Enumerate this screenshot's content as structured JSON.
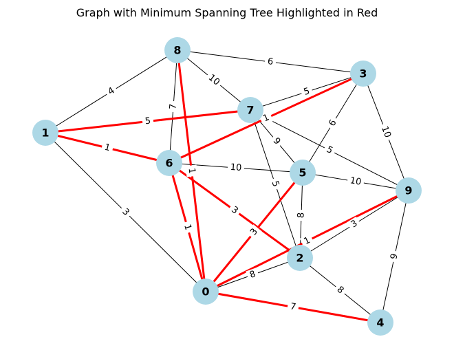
{
  "title": "Graph with Minimum Spanning Tree Highlighted in Red",
  "colors": {
    "background": "#ffffff",
    "node_fill": "#add8e6",
    "edge": "#000000",
    "mst_edge": "#ff0000",
    "label_bg": "#ffffff"
  },
  "nodes": [
    "0",
    "1",
    "2",
    "3",
    "4",
    "5",
    "6",
    "7",
    "8",
    "9"
  ],
  "edges": [
    {
      "source": "8",
      "target": "3",
      "weight": "6",
      "mst": false
    },
    {
      "source": "8",
      "target": "1",
      "weight": "4",
      "mst": false
    },
    {
      "source": "8",
      "target": "7",
      "weight": "10",
      "mst": false
    },
    {
      "source": "8",
      "target": "6",
      "weight": "7",
      "mst": false
    },
    {
      "source": "8",
      "target": "0",
      "weight": "1",
      "mst": true
    },
    {
      "source": "3",
      "target": "7",
      "weight": "5",
      "mst": false
    },
    {
      "source": "3",
      "target": "6",
      "weight": "1",
      "mst": true
    },
    {
      "source": "3",
      "target": "5",
      "weight": "6",
      "mst": false
    },
    {
      "source": "3",
      "target": "9",
      "weight": "10",
      "mst": false
    },
    {
      "source": "1",
      "target": "7",
      "weight": "5",
      "mst": true
    },
    {
      "source": "1",
      "target": "6",
      "weight": "1",
      "mst": true
    },
    {
      "source": "1",
      "target": "0",
      "weight": "3",
      "mst": false
    },
    {
      "source": "7",
      "target": "5",
      "weight": "9",
      "mst": false
    },
    {
      "source": "7",
      "target": "9",
      "weight": "5",
      "mst": false
    },
    {
      "source": "7",
      "target": "2",
      "weight": "5",
      "mst": false
    },
    {
      "source": "6",
      "target": "5",
      "weight": "10",
      "mst": false
    },
    {
      "source": "6",
      "target": "2",
      "weight": "3",
      "mst": true
    },
    {
      "source": "6",
      "target": "0",
      "weight": "1",
      "mst": true
    },
    {
      "source": "5",
      "target": "9",
      "weight": "10",
      "mst": false
    },
    {
      "source": "5",
      "target": "2",
      "weight": "8",
      "mst": false
    },
    {
      "source": "5",
      "target": "0",
      "weight": "3",
      "mst": true
    },
    {
      "source": "9",
      "target": "0",
      "weight": "1",
      "mst": true
    },
    {
      "source": "9",
      "target": "2",
      "weight": "3",
      "mst": false
    },
    {
      "source": "9",
      "target": "4",
      "weight": "9",
      "mst": false
    },
    {
      "source": "2",
      "target": "0",
      "weight": "8",
      "mst": false
    },
    {
      "source": "2",
      "target": "4",
      "weight": "8",
      "mst": false
    },
    {
      "source": "0",
      "target": "4",
      "weight": "7",
      "mst": true
    }
  ]
}
